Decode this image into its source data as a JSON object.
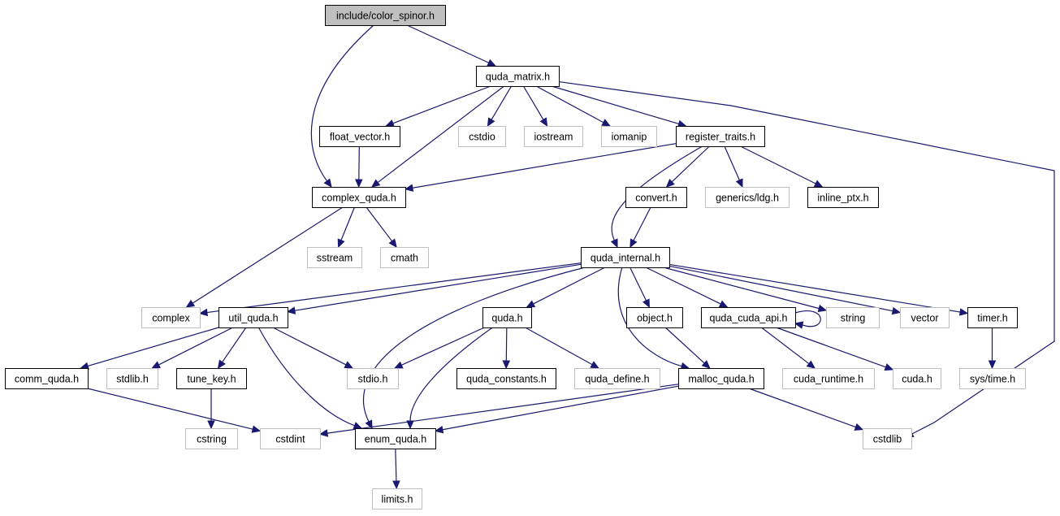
{
  "title": "include/color_spinor.h",
  "colors": {
    "edge": "#191970",
    "root_fill": "#bfbfbf",
    "documented_border": "#000000",
    "external_border": "#bfbfbf",
    "node_fill": "#ffffff"
  },
  "nodes": [
    {
      "id": "color_spinor",
      "label": "include/color_spinor.h",
      "kind": "root"
    },
    {
      "id": "quda_matrix",
      "label": "quda_matrix.h",
      "kind": "documented"
    },
    {
      "id": "float_vector",
      "label": "float_vector.h",
      "kind": "documented"
    },
    {
      "id": "cstdio",
      "label": "cstdio",
      "kind": "external"
    },
    {
      "id": "iostream",
      "label": "iostream",
      "kind": "external"
    },
    {
      "id": "iomanip",
      "label": "iomanip",
      "kind": "external"
    },
    {
      "id": "register_traits",
      "label": "register_traits.h",
      "kind": "documented"
    },
    {
      "id": "complex_quda",
      "label": "complex_quda.h",
      "kind": "documented"
    },
    {
      "id": "convert",
      "label": "convert.h",
      "kind": "documented"
    },
    {
      "id": "generics_ldg",
      "label": "generics/ldg.h",
      "kind": "external"
    },
    {
      "id": "inline_ptx",
      "label": "inline_ptx.h",
      "kind": "documented"
    },
    {
      "id": "sstream",
      "label": "sstream",
      "kind": "external"
    },
    {
      "id": "cmath",
      "label": "cmath",
      "kind": "external"
    },
    {
      "id": "quda_internal",
      "label": "quda_internal.h",
      "kind": "documented"
    },
    {
      "id": "complex",
      "label": "complex",
      "kind": "external"
    },
    {
      "id": "util_quda",
      "label": "util_quda.h",
      "kind": "documented"
    },
    {
      "id": "quda",
      "label": "quda.h",
      "kind": "documented"
    },
    {
      "id": "object",
      "label": "object.h",
      "kind": "documented"
    },
    {
      "id": "quda_cuda_api",
      "label": "quda_cuda_api.h",
      "kind": "documented"
    },
    {
      "id": "string",
      "label": "string",
      "kind": "external"
    },
    {
      "id": "vector",
      "label": "vector",
      "kind": "external"
    },
    {
      "id": "timer",
      "label": "timer.h",
      "kind": "documented"
    },
    {
      "id": "comm_quda",
      "label": "comm_quda.h",
      "kind": "documented"
    },
    {
      "id": "stdlib",
      "label": "stdlib.h",
      "kind": "external"
    },
    {
      "id": "tune_key",
      "label": "tune_key.h",
      "kind": "documented"
    },
    {
      "id": "stdio",
      "label": "stdio.h",
      "kind": "external"
    },
    {
      "id": "quda_constants",
      "label": "quda_constants.h",
      "kind": "documented"
    },
    {
      "id": "quda_define",
      "label": "quda_define.h",
      "kind": "external"
    },
    {
      "id": "malloc_quda",
      "label": "malloc_quda.h",
      "kind": "documented"
    },
    {
      "id": "cuda_runtime",
      "label": "cuda_runtime.h",
      "kind": "external"
    },
    {
      "id": "cuda",
      "label": "cuda.h",
      "kind": "external"
    },
    {
      "id": "sys_time",
      "label": "sys/time.h",
      "kind": "external"
    },
    {
      "id": "cstring",
      "label": "cstring",
      "kind": "external"
    },
    {
      "id": "cstdint",
      "label": "cstdint",
      "kind": "external"
    },
    {
      "id": "enum_quda",
      "label": "enum_quda.h",
      "kind": "documented"
    },
    {
      "id": "cstdlib",
      "label": "cstdlib",
      "kind": "external"
    },
    {
      "id": "limits",
      "label": "limits.h",
      "kind": "external"
    }
  ],
  "edges": [
    {
      "from": "color_spinor",
      "to": "quda_matrix"
    },
    {
      "from": "color_spinor",
      "to": "complex_quda"
    },
    {
      "from": "quda_matrix",
      "to": "float_vector"
    },
    {
      "from": "quda_matrix",
      "to": "complex_quda"
    },
    {
      "from": "quda_matrix",
      "to": "cstdio"
    },
    {
      "from": "quda_matrix",
      "to": "iostream"
    },
    {
      "from": "quda_matrix",
      "to": "iomanip"
    },
    {
      "from": "quda_matrix",
      "to": "register_traits"
    },
    {
      "from": "quda_matrix",
      "to": "cstdlib"
    },
    {
      "from": "float_vector",
      "to": "complex_quda"
    },
    {
      "from": "register_traits",
      "to": "complex_quda"
    },
    {
      "from": "register_traits",
      "to": "convert"
    },
    {
      "from": "register_traits",
      "to": "generics_ldg"
    },
    {
      "from": "register_traits",
      "to": "inline_ptx"
    },
    {
      "from": "register_traits",
      "to": "quda_internal"
    },
    {
      "from": "complex_quda",
      "to": "sstream"
    },
    {
      "from": "complex_quda",
      "to": "cmath"
    },
    {
      "from": "complex_quda",
      "to": "complex"
    },
    {
      "from": "convert",
      "to": "quda_internal"
    },
    {
      "from": "quda_internal",
      "to": "complex"
    },
    {
      "from": "quda_internal",
      "to": "util_quda"
    },
    {
      "from": "quda_internal",
      "to": "quda"
    },
    {
      "from": "quda_internal",
      "to": "object"
    },
    {
      "from": "quda_internal",
      "to": "quda_cuda_api"
    },
    {
      "from": "quda_internal",
      "to": "string"
    },
    {
      "from": "quda_internal",
      "to": "vector"
    },
    {
      "from": "quda_internal",
      "to": "timer"
    },
    {
      "from": "quda_internal",
      "to": "enum_quda"
    },
    {
      "from": "quda_internal",
      "to": "malloc_quda"
    },
    {
      "from": "util_quda",
      "to": "comm_quda"
    },
    {
      "from": "util_quda",
      "to": "stdlib"
    },
    {
      "from": "util_quda",
      "to": "tune_key"
    },
    {
      "from": "util_quda",
      "to": "stdio"
    },
    {
      "from": "util_quda",
      "to": "enum_quda"
    },
    {
      "from": "quda",
      "to": "stdio"
    },
    {
      "from": "quda",
      "to": "quda_constants"
    },
    {
      "from": "quda",
      "to": "quda_define"
    },
    {
      "from": "quda",
      "to": "enum_quda"
    },
    {
      "from": "object",
      "to": "malloc_quda"
    },
    {
      "from": "quda_cuda_api",
      "to": "quda_cuda_api"
    },
    {
      "from": "quda_cuda_api",
      "to": "cuda_runtime"
    },
    {
      "from": "quda_cuda_api",
      "to": "cuda"
    },
    {
      "from": "timer",
      "to": "sys_time"
    },
    {
      "from": "comm_quda",
      "to": "cstdint"
    },
    {
      "from": "tune_key",
      "to": "cstring"
    },
    {
      "from": "malloc_quda",
      "to": "cstdint"
    },
    {
      "from": "malloc_quda",
      "to": "enum_quda"
    },
    {
      "from": "malloc_quda",
      "to": "cstdlib"
    },
    {
      "from": "enum_quda",
      "to": "limits"
    }
  ]
}
